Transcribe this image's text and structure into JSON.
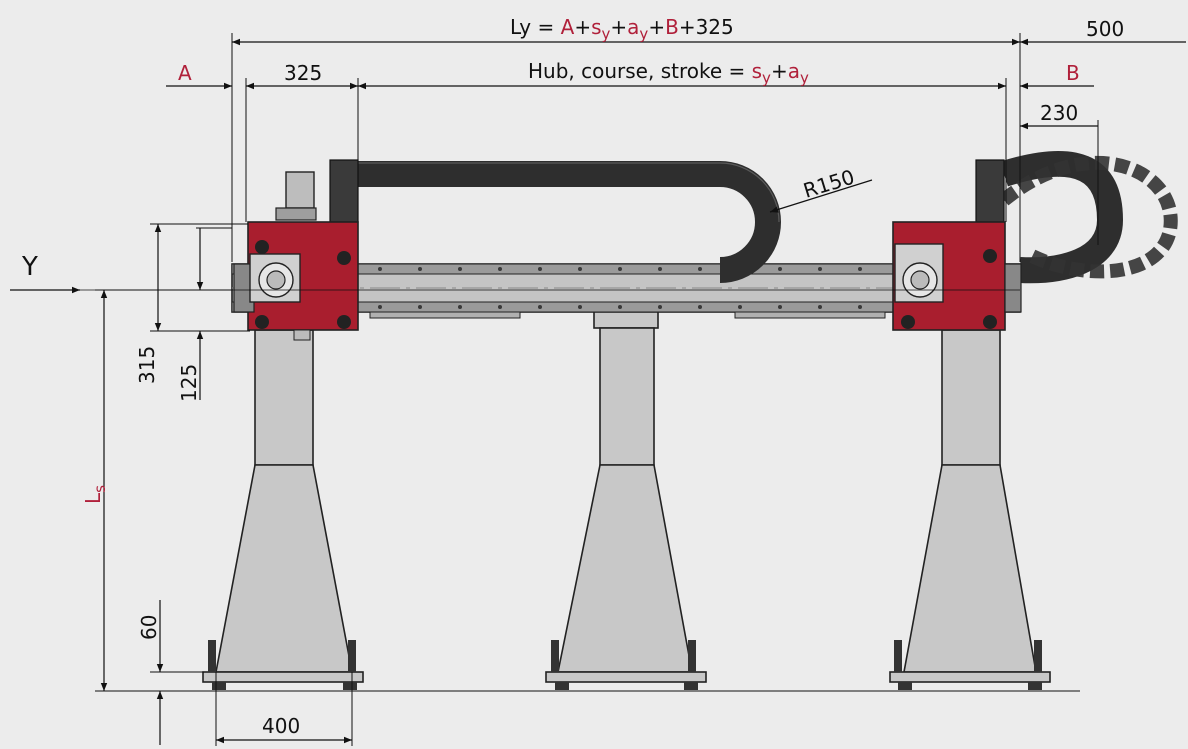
{
  "dimensions": {
    "ly": {
      "prefix": "Ly = ",
      "a": "A",
      "s": "s",
      "sub_y1": "y",
      "a2": "a",
      "sub_y2": "y",
      "b": "B",
      "suffix": "+325",
      "plus": "+"
    },
    "a_label": "A",
    "b_label": "B",
    "d325": "325",
    "hub_prefix": "Hub, course, stroke = ",
    "hub_s": "s",
    "hub_sub1": "y",
    "hub_plus": "+",
    "hub_a": "a",
    "hub_sub2": "y",
    "d500": "500",
    "d230": "230",
    "r150": "R150",
    "d315": "315",
    "d125": "125",
    "ls": "L",
    "ls_sub": "s",
    "d60": "60",
    "d400": "400",
    "axis_y": "Y"
  },
  "colors": {
    "accent": "#b0203a",
    "carriage": "#a91e2e",
    "structure": "#c8c8c8",
    "background": "#ececec"
  }
}
